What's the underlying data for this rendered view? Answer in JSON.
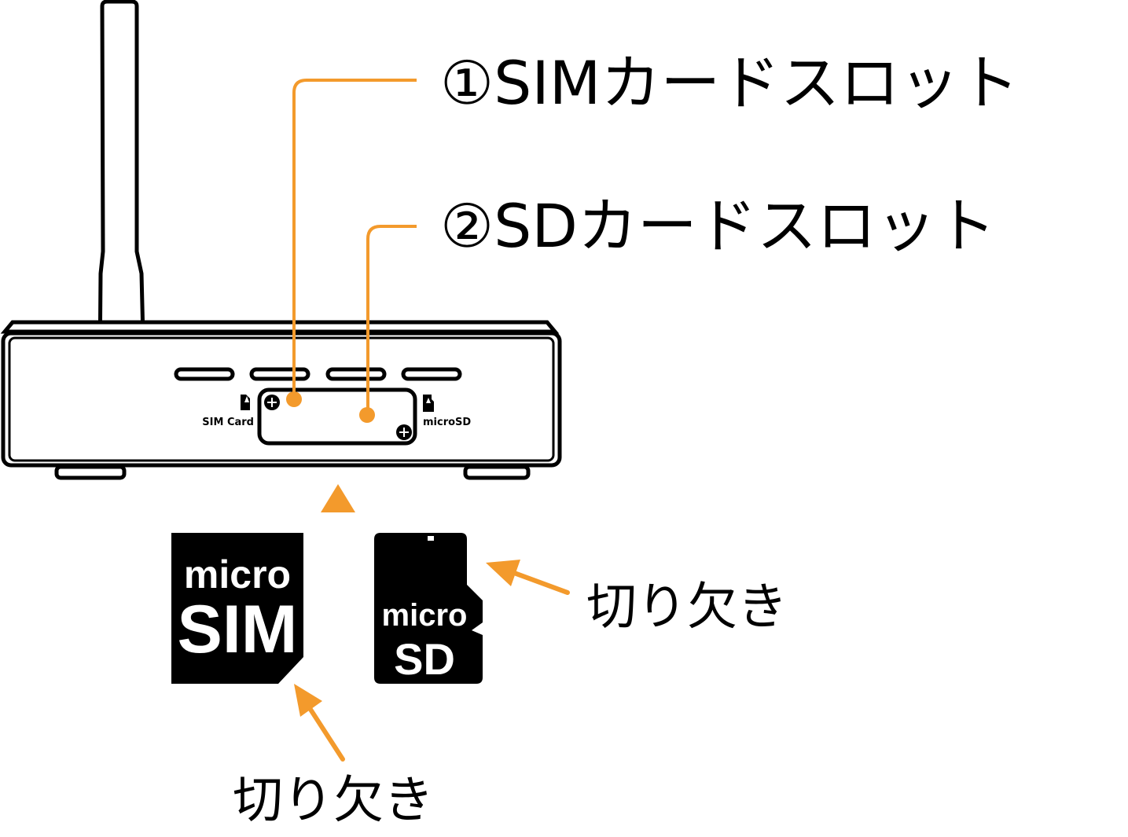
{
  "labels": {
    "sim_slot": "①SIMカードスロット",
    "sd_slot": "②SDカードスロット",
    "notch_right": "切り欠き",
    "notch_bottom": "切り欠き"
  },
  "device": {
    "sim_label": "SIM Card",
    "sd_label": "microSD"
  },
  "cards": {
    "sim_line1": "micro",
    "sim_line2": "SIM",
    "sd_line1": "micro",
    "sd_line2": "SD"
  },
  "colors": {
    "accent": "#F39A2C",
    "ink": "#000000"
  },
  "icons": [
    "insert-direction-arrow-icon",
    "pointer-arrow-icon",
    "screw-icon",
    "card-slot-icon"
  ]
}
